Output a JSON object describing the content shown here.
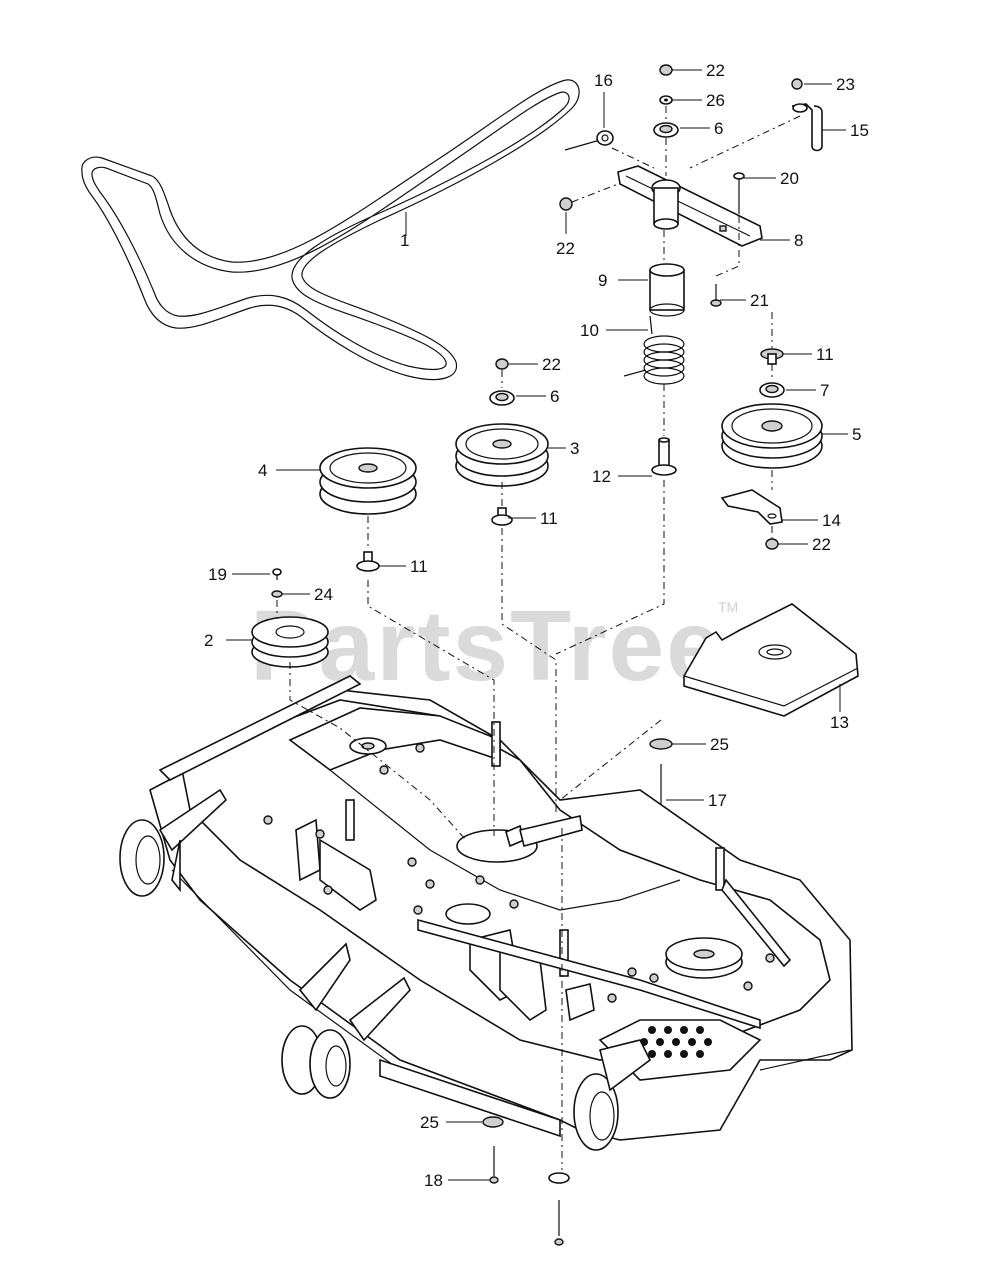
{
  "watermark": {
    "text": "PartsTree",
    "tm": "TM"
  },
  "callouts": [
    {
      "label": "1"
    },
    {
      "label": "2"
    },
    {
      "label": "3"
    },
    {
      "label": "4"
    },
    {
      "label": "5"
    },
    {
      "label": "6"
    },
    {
      "label": "6"
    },
    {
      "label": "7"
    },
    {
      "label": "8"
    },
    {
      "label": "9"
    },
    {
      "label": "10"
    },
    {
      "label": "11"
    },
    {
      "label": "11"
    },
    {
      "label": "11"
    },
    {
      "label": "11"
    },
    {
      "label": "12"
    },
    {
      "label": "13"
    },
    {
      "label": "14"
    },
    {
      "label": "15"
    },
    {
      "label": "16"
    },
    {
      "label": "17"
    },
    {
      "label": "18"
    },
    {
      "label": "19"
    },
    {
      "label": "20"
    },
    {
      "label": "21"
    },
    {
      "label": "22"
    },
    {
      "label": "22"
    },
    {
      "label": "22"
    },
    {
      "label": "22"
    },
    {
      "label": "23"
    },
    {
      "label": "24"
    },
    {
      "label": "25"
    },
    {
      "label": "25"
    },
    {
      "label": "26"
    }
  ]
}
